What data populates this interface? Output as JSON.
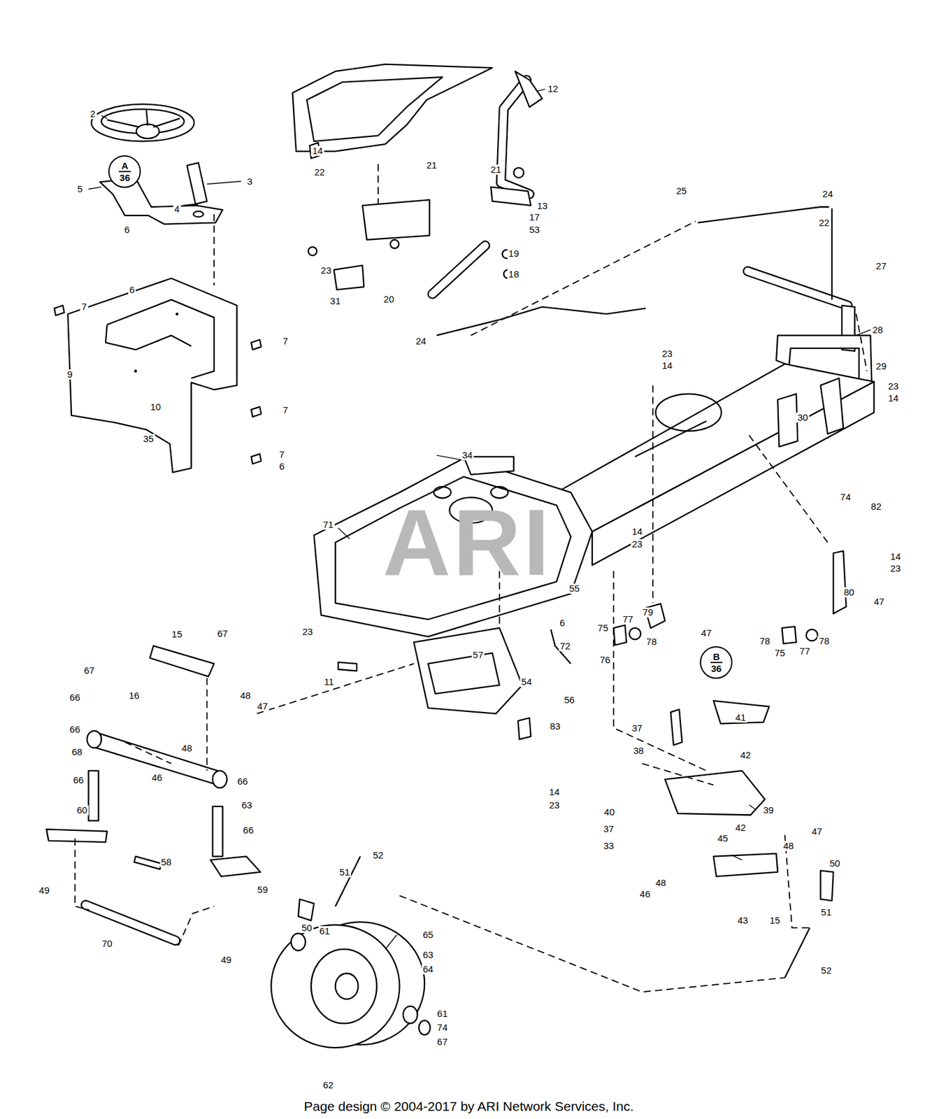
{
  "diagram": {
    "caption": "Page design © 2004-2017 by ARI Network Services, Inc.",
    "nodes": [
      {
        "text": [
          "A",
          "36"
        ]
      },
      {
        "text": [
          "B",
          "36"
        ]
      }
    ],
    "labels": [
      "14",
      "12",
      "2",
      "3",
      "21",
      "21",
      "22",
      "5",
      "24",
      "25",
      "13",
      "4",
      "17",
      "22",
      "6",
      "53",
      "19",
      "27",
      "23",
      "18",
      "6",
      "20",
      "31",
      "7",
      "28",
      "7",
      "24",
      "23",
      "14",
      "29",
      "9",
      "23",
      "14",
      "10",
      "7",
      "30",
      "35",
      "34",
      "7",
      "6",
      "74",
      "82",
      "71",
      "14",
      "23",
      "14",
      "23",
      "55",
      "80",
      "47",
      "79",
      "6",
      "75",
      "77",
      "47",
      "23",
      "15",
      "67",
      "78",
      "75",
      "77",
      "78",
      "78",
      "72",
      "57",
      "76",
      "11",
      "67",
      "54",
      "66",
      "16",
      "48",
      "47",
      "56",
      "41",
      "83",
      "37",
      "66",
      "48",
      "38",
      "68",
      "42",
      "46",
      "66",
      "66",
      "14",
      "23",
      "63",
      "39",
      "60",
      "40",
      "42",
      "37",
      "66",
      "47",
      "33",
      "48",
      "52",
      "45",
      "58",
      "50",
      "51",
      "48",
      "59",
      "49",
      "46",
      "50",
      "51",
      "43",
      "15",
      "61",
      "65",
      "70",
      "63",
      "49",
      "64",
      "52",
      "61",
      "74",
      "67",
      "62",
      "ARI"
    ]
  }
}
